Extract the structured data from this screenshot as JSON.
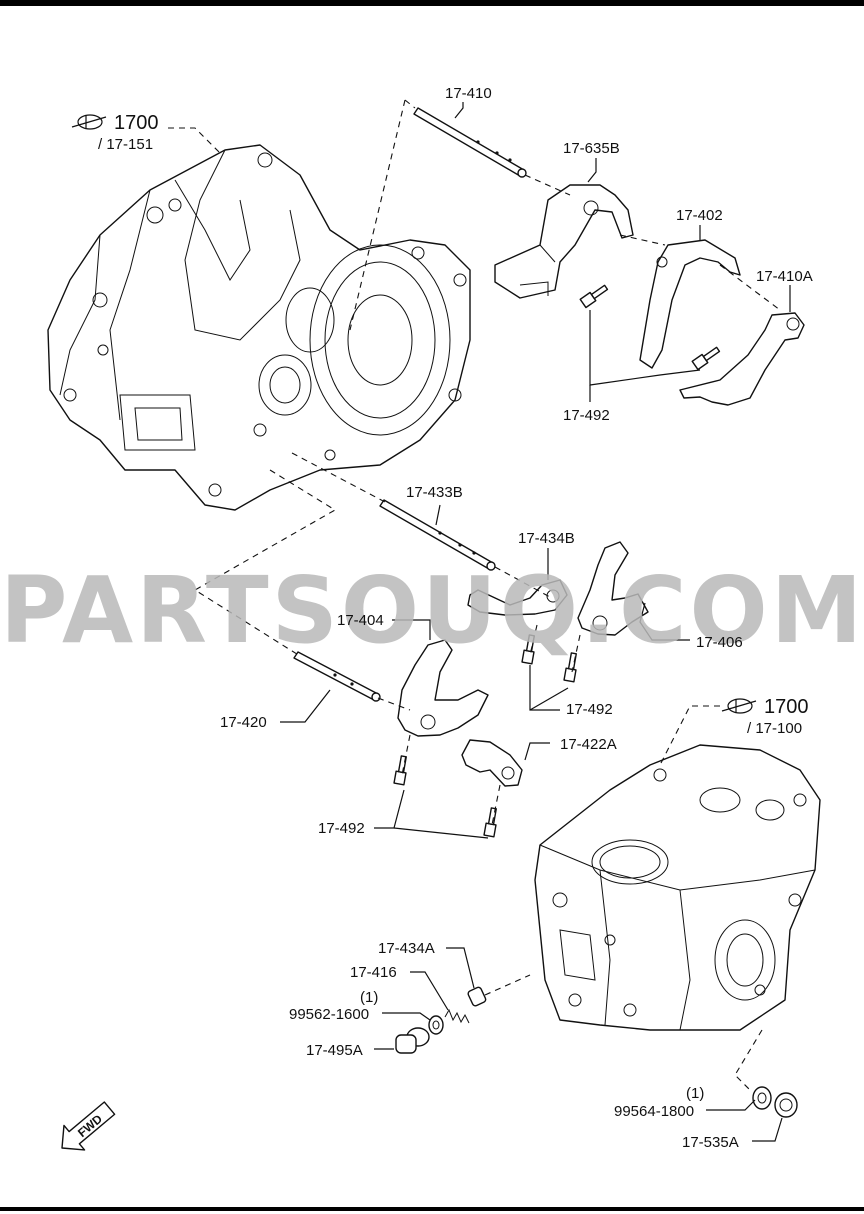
{
  "watermark": "PARTSOUQ.COM",
  "assemblies": {
    "upper": {
      "ref": "1700",
      "sub": "/ 17-151"
    },
    "lower": {
      "ref": "1700",
      "sub": "/ 17-100"
    }
  },
  "labels": {
    "p17_410": "17-410",
    "p17_635B": "17-635B",
    "p17_402": "17-402",
    "p17_410A": "17-410A",
    "p17_492_a": "17-492",
    "p17_433B": "17-433B",
    "p17_434B": "17-434B",
    "p17_404": "17-404",
    "p17_406": "17-406",
    "p17_492_b": "17-492",
    "p17_420": "17-420",
    "p17_422A": "17-422A",
    "p17_492_c": "17-492",
    "p17_434A": "17-434A",
    "p17_416": "17-416",
    "qty_1600": "(1)",
    "p99562_1600": "99562-1600",
    "p17_495A": "17-495A",
    "qty_1800": "(1)",
    "p99564_1800": "99564-1800",
    "p17_535A": "17-535A"
  },
  "fwd_arrow": "FWD",
  "icons": {
    "assembly_ref": "crossed-ring-icon",
    "direction": "fwd-arrow-icon"
  }
}
